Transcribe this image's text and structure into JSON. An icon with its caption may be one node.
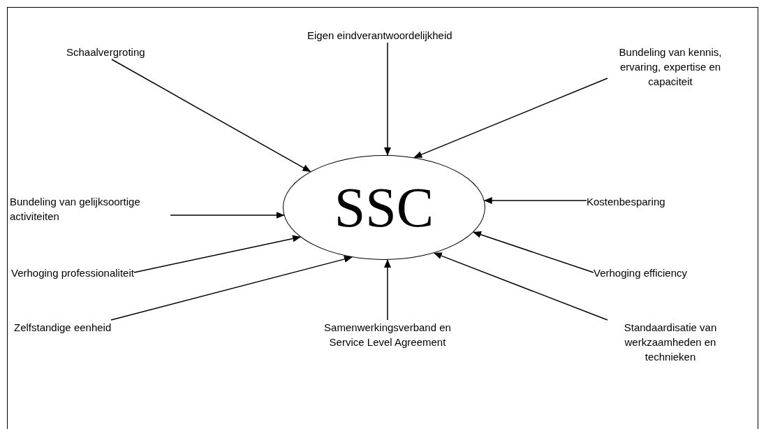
{
  "diagram": {
    "nodes": [
      {
        "text": [
          "SSC"
        ]
      },
      {
        "text": [
          "Schaalvergroting"
        ]
      },
      {
        "text": [
          "Eigen eindverantwoordelijkheid"
        ]
      },
      {
        "text": [
          "Bundeling van kennis, ervaring, expertise en capaciteit"
        ]
      },
      {
        "text": [
          "Bundeling van gelijksoortige activiteiten"
        ]
      },
      {
        "text": [
          "Kostenbesparing"
        ]
      },
      {
        "text": [
          "Verhoging professionaliteit"
        ]
      },
      {
        "text": [
          "Verhoging efficiency"
        ]
      },
      {
        "text": [
          "Zelfstandige eenheid"
        ]
      },
      {
        "text": [
          "Samenwerkingsverband en Service Level Agreement"
        ]
      },
      {
        "text": [
          "Standaardisatie van werkzaamheden en technieken"
        ]
      }
    ],
    "edges": [
      {
        "from": 1,
        "to": 0,
        "arrow": "to"
      },
      {
        "from": 2,
        "to": 0,
        "arrow": "to"
      },
      {
        "from": 3,
        "to": 0,
        "arrow": "to"
      },
      {
        "from": 4,
        "to": 0,
        "arrow": "to"
      },
      {
        "from": 5,
        "to": 0,
        "arrow": "to"
      },
      {
        "from": 6,
        "to": 0,
        "arrow": "to"
      },
      {
        "from": 7,
        "to": 0,
        "arrow": "to"
      },
      {
        "from": 8,
        "to": 0,
        "arrow": "to"
      },
      {
        "from": 9,
        "to": 0,
        "arrow": "to"
      },
      {
        "from": 10,
        "to": 0,
        "arrow": "to"
      }
    ]
  }
}
